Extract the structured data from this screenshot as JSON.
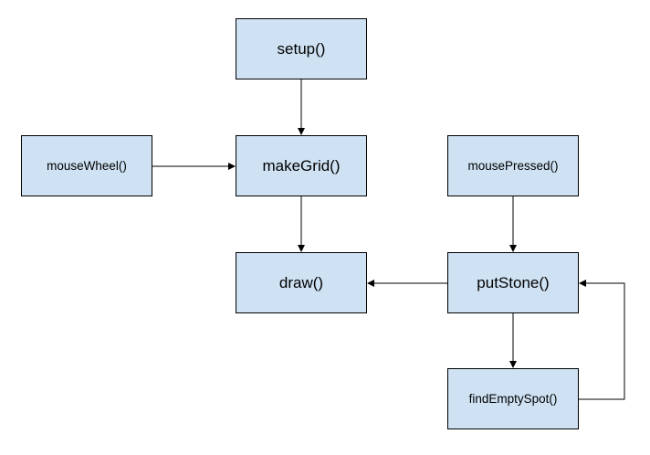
{
  "diagram": {
    "colors": {
      "node_fill": "#cfe2f3",
      "node_border": "#000000",
      "edge": "#000000"
    },
    "nodes": {
      "setup": "setup()",
      "makegrid": "makeGrid()",
      "draw": "draw()",
      "mousewheel": "mouseWheel()",
      "mousepressed": "mousePressed()",
      "putstone": "putStone()",
      "findemptyspot": "findEmptySpot()"
    },
    "edges": [
      {
        "from": "setup()",
        "to": "makeGrid()"
      },
      {
        "from": "mouseWheel()",
        "to": "makeGrid()"
      },
      {
        "from": "makeGrid()",
        "to": "draw()"
      },
      {
        "from": "mousePressed()",
        "to": "putStone()"
      },
      {
        "from": "putStone()",
        "to": "draw()"
      },
      {
        "from": "putStone()",
        "to": "findEmptySpot()"
      },
      {
        "from": "findEmptySpot()",
        "to": "putStone()"
      }
    ]
  }
}
